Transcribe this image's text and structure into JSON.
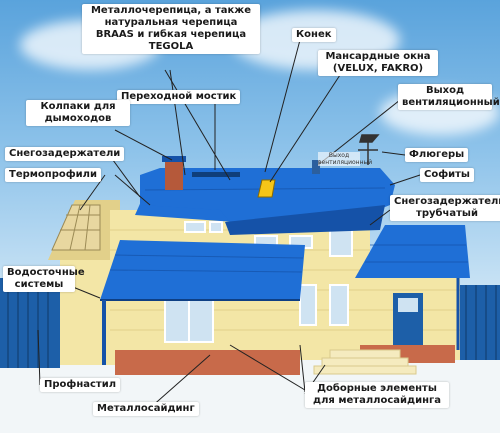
{
  "labels": {
    "metal_tile": "Металлочерепица, а также натуральная черепица BRAAS и гибкая черепица TEGOLA",
    "ridge": "Конек",
    "attic_windows": "Мансардные окна (VELUX, FAKRO)",
    "walkway": "Переходной мостик",
    "vent_outlet": "Выход вентиляционный",
    "vent_outlet_small": "Выход вентиляционный",
    "chimney_caps": "Колпаки для дымоходов",
    "weathervanes": "Флюгеры",
    "snow_guards": "Снегозадержатели",
    "soffits": "Софиты",
    "thermoprofiles": "Термопрофили",
    "snow_guard_tubular": "Снегозадержатель трубчатый",
    "gutters": "Водосточные системы",
    "profiled_sheet": "Профнастил",
    "metal_siding": "Металлосайдинг",
    "siding_trim": "Доборные элементы для металлосайдинга"
  },
  "colors": {
    "roof": "#1f6fd6",
    "roof_dark": "#1552a8",
    "wall": "#f3e6a6",
    "wall_shade": "#e2d08a",
    "foundation": "#c86a4a",
    "fence": "#1d5fa8",
    "window": "#cfe3f2"
  }
}
